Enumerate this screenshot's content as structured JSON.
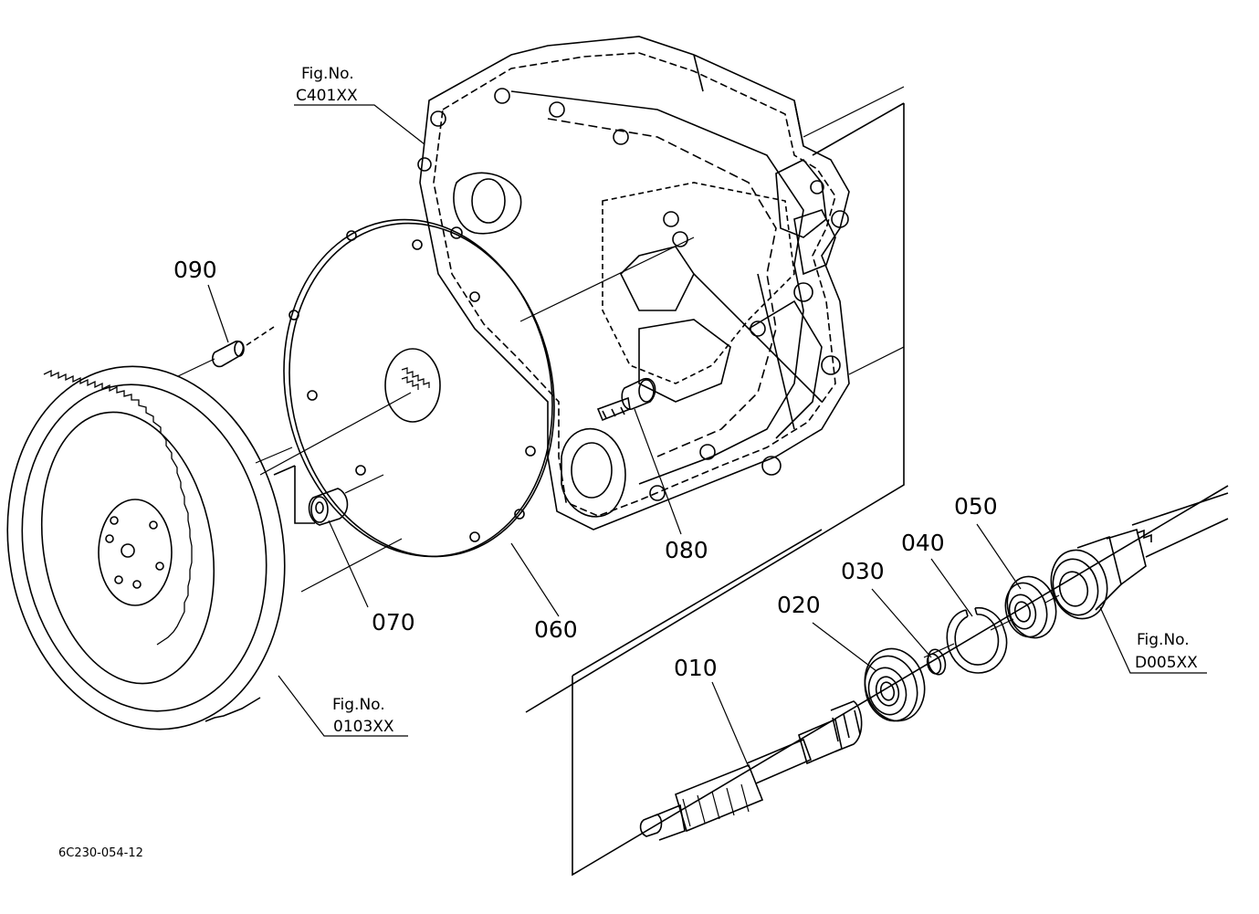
{
  "part_labels": [
    "090",
    "070",
    "060",
    "080",
    "010",
    "020",
    "030",
    "040",
    "050"
  ],
  "figure_refs": {
    "top": {
      "title": "Fig.No.",
      "code": "C401XX"
    },
    "left": {
      "title": "Fig.No.",
      "code": "0103XX"
    },
    "right": {
      "title": "Fig.No.",
      "code": "D005XX"
    }
  },
  "drawing_code": "6C230-054-12"
}
